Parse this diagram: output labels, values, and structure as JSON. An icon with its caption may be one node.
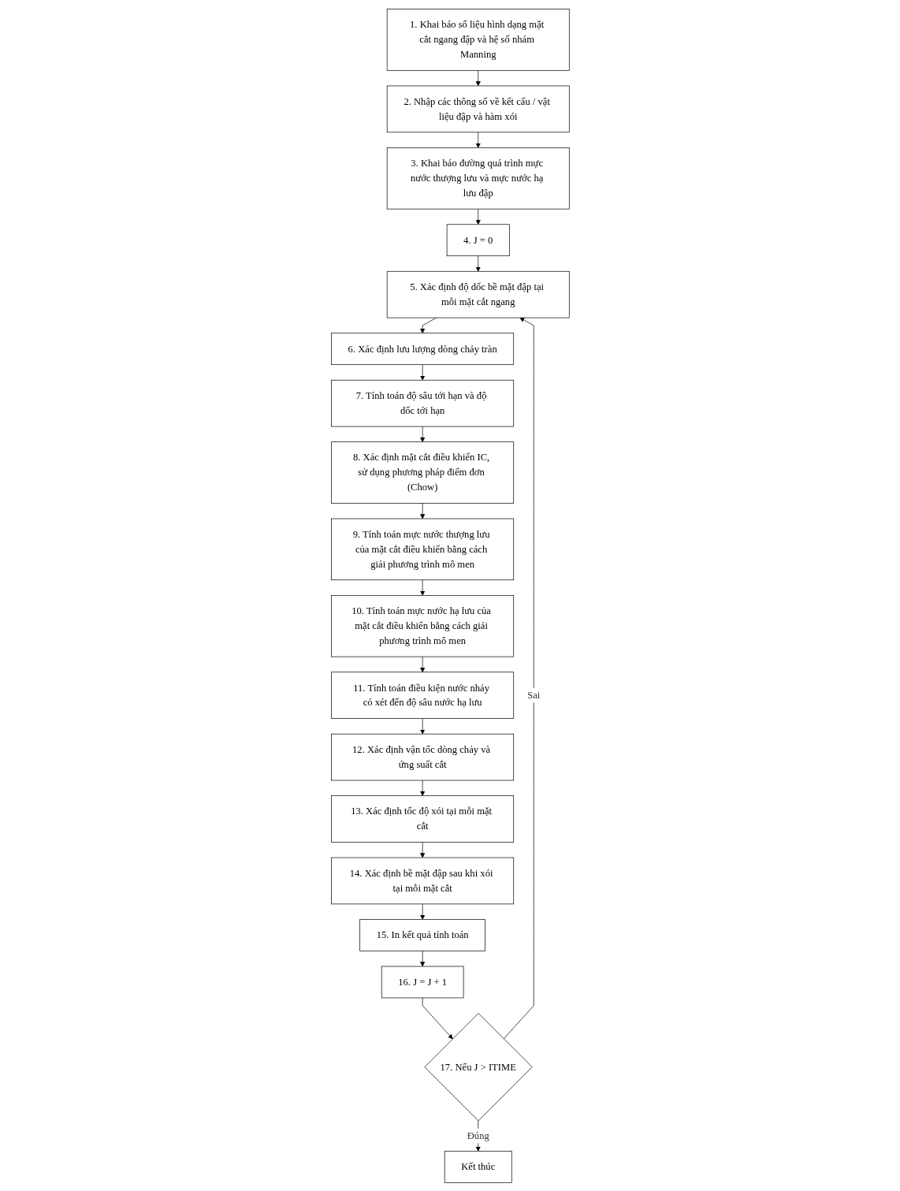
{
  "diagram": {
    "nodes": [
      {
        "text": [
          "1. Khai báo số liệu hình dạng mặt cắt ngang đập và hệ số nhám Manning"
        ]
      },
      {
        "text": [
          "2. Nhập các thông số về kết cấu / vật liệu đập và hàm xói"
        ]
      },
      {
        "text": [
          "3. Khai báo đường quá trình mực nước thượng lưu và mực nước hạ lưu đập"
        ]
      },
      {
        "text": [
          "4. J = 0"
        ]
      },
      {
        "text": [
          "5. Xác định độ dốc bề mặt đập tại mỗi mặt cắt ngang"
        ]
      },
      {
        "text": [
          "6. Xác định lưu lượng dòng chảy tràn"
        ]
      },
      {
        "text": [
          "7. Tính toán độ sâu tới hạn và độ dốc tới hạn"
        ]
      },
      {
        "text": [
          "8. Xác định mặt cắt điều khiển IC, sử dụng phương pháp điểm đơn (Chow)"
        ]
      },
      {
        "text": [
          "9. Tính toán mực nước thượng lưu của mặt cắt điều khiển bằng cách giải phương trình mô men"
        ]
      },
      {
        "text": [
          "10. Tính toán mực nước hạ lưu của mặt cắt điều khiển bằng cách giải phương trình mô men"
        ]
      },
      {
        "text": [
          "11. Tính toán điều kiện nước nhảy có xét đến độ sâu nước hạ lưu"
        ]
      },
      {
        "text": [
          "12. Xác định vận tốc dòng chảy và ứng suất cắt"
        ]
      },
      {
        "text": [
          "13. Xác định tốc độ xói tại mỗi mặt cắt"
        ]
      },
      {
        "text": [
          "14. Xác định bề mặt đập sau khi xói tại mỗi mặt cắt"
        ]
      },
      {
        "text": [
          "15. In kết quả tính toán"
        ]
      },
      {
        "text": [
          "16. J = J + 1"
        ]
      },
      {
        "text": [
          "17. Nếu J > ITIME"
        ]
      },
      {
        "text": [
          "Kết thúc"
        ]
      }
    ],
    "edges": [
      {
        "from": 0,
        "to": 1,
        "arrow": "to"
      },
      {
        "from": 1,
        "to": 2,
        "arrow": "to"
      },
      {
        "from": 2,
        "to": 3,
        "arrow": "to"
      },
      {
        "from": 3,
        "to": 4,
        "arrow": "to"
      },
      {
        "from": 4,
        "to": 5,
        "arrow": "to"
      },
      {
        "from": 5,
        "to": 6,
        "arrow": "to"
      },
      {
        "from": 6,
        "to": 7,
        "arrow": "to"
      },
      {
        "from": 7,
        "to": 8,
        "arrow": "to"
      },
      {
        "from": 8,
        "to": 9,
        "arrow": "to"
      },
      {
        "from": 9,
        "to": 10,
        "arrow": "to"
      },
      {
        "from": 10,
        "to": 11,
        "arrow": "to"
      },
      {
        "from": 11,
        "to": 12,
        "arrow": "to"
      },
      {
        "from": 12,
        "to": 13,
        "arrow": "to"
      },
      {
        "from": 13,
        "to": 14,
        "arrow": "to"
      },
      {
        "from": 14,
        "to": 15,
        "arrow": "to"
      },
      {
        "from": 15,
        "to": 16,
        "arrow": "to"
      },
      {
        "from": 16,
        "to": 4,
        "label": "Sai",
        "arrow": "to"
      },
      {
        "from": 16,
        "to": 17,
        "label": "Đúng",
        "arrow": "to"
      }
    ]
  }
}
